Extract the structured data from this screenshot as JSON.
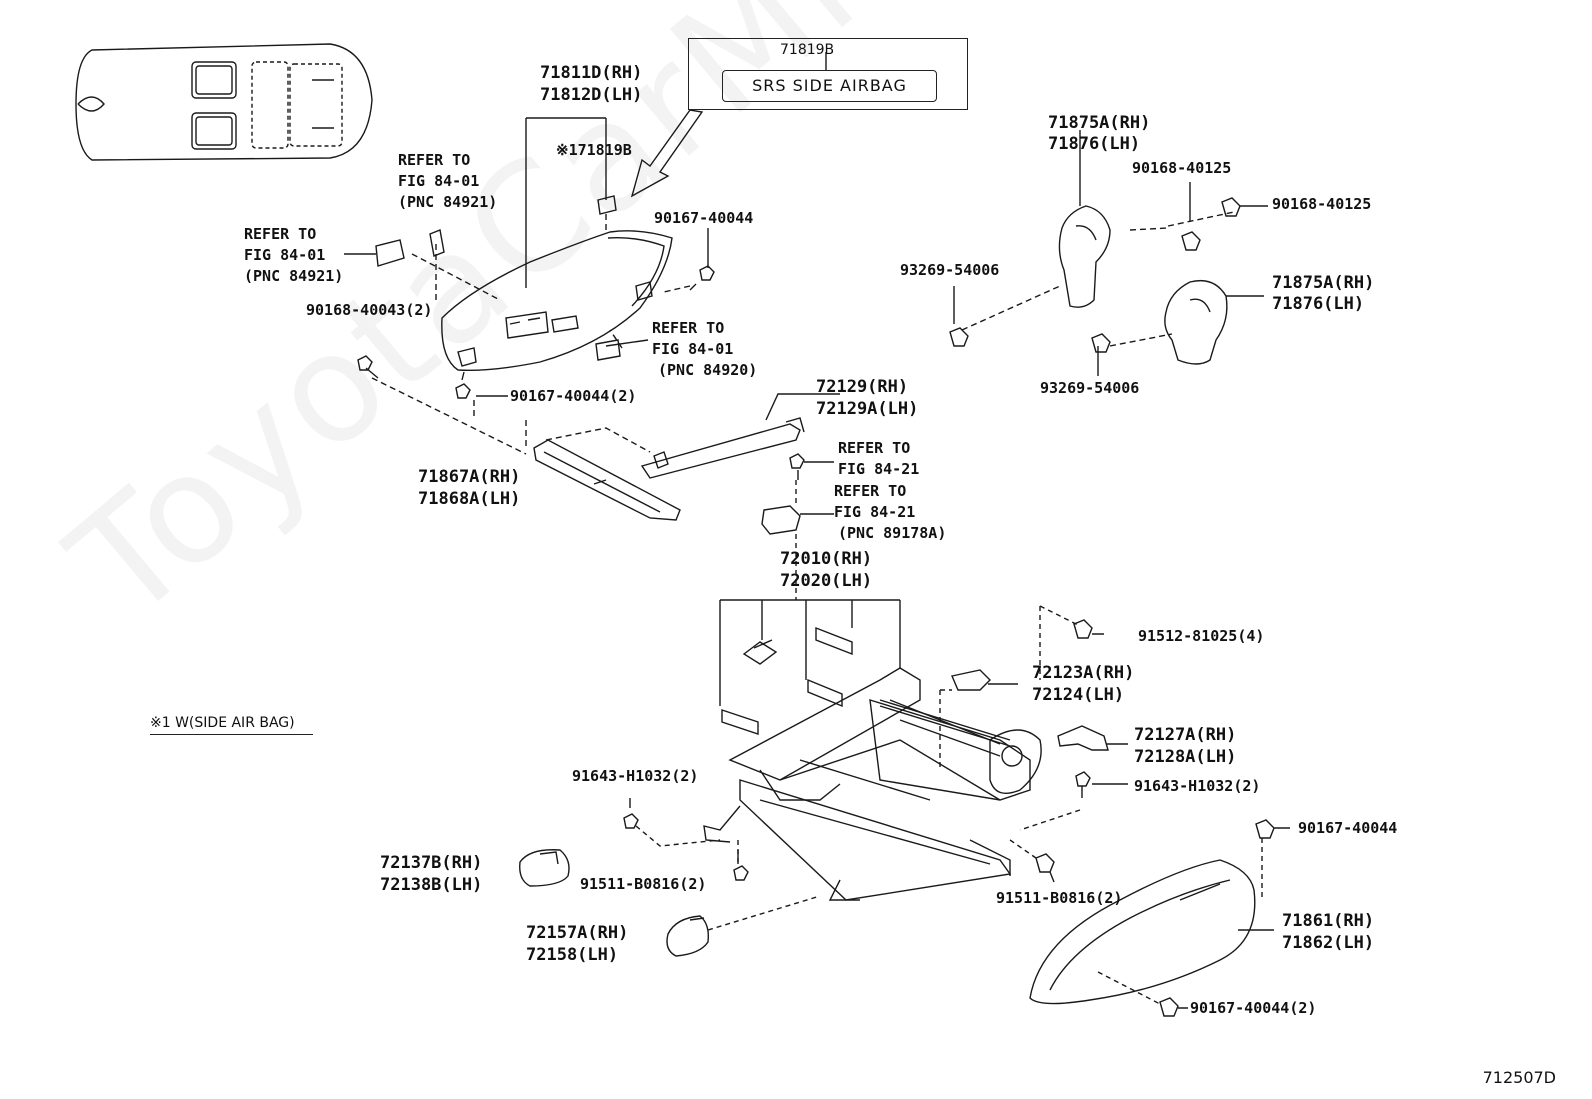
{
  "watermark": "ToyotaCarMine.ru",
  "figure_id": "712507D",
  "footnote": "※1 W(SIDE AIR BAG)",
  "label_box": {
    "code": "71819B",
    "text": "SRS SIDE AIRBAG"
  },
  "callouts": {
    "c71811D": "71811D(RH)",
    "c71812D": "71812D(LH)",
    "c171819B": "※171819B",
    "c90167_40044_top": "90167-40044",
    "refer1_l1": "REFER TO",
    "refer1_l2": "FIG 84-01",
    "refer1_l3": "(PNC 84921)",
    "refer2_l1": "REFER TO",
    "refer2_l2": "FIG 84-01",
    "refer2_l3": "(PNC 84921)",
    "refer3_l1": "REFER TO",
    "refer3_l2": "FIG 84-01",
    "refer3_l3": "(PNC 84920)",
    "c90168_40043": "90168-40043(2)",
    "c90167_40044_2": "90167-40044(2)",
    "c71875A_top": "71875A(RH)",
    "c71876_top": "71876(LH)",
    "c90168_40125_a": "90168-40125",
    "c90168_40125_b": "90168-40125",
    "c93269_a": "93269-54006",
    "c71875A_mid": "71875A(RH)",
    "c71876_mid": "71876(LH)",
    "c93269_b": "93269-54006",
    "c72129": "72129(RH)",
    "c72129A": "72129A(LH)",
    "c71867A": "71867A(RH)",
    "c71868A": "71868A(LH)",
    "refer4_l1": "REFER TO",
    "refer4_l2": "FIG 84-21",
    "refer5_l1": "REFER TO",
    "refer5_l2": "FIG 84-21",
    "refer5_l3": "(PNC 89178A)",
    "c72010": "72010(RH)",
    "c72020": "72020(LH)",
    "c91512": "91512-81025(4)",
    "c72123A": "72123A(RH)",
    "c72124": "72124(LH)",
    "c72127A": "72127A(RH)",
    "c72128A": "72128A(LH)",
    "c91643_l": "91643-H1032(2)",
    "c91643_r": "91643-H1032(2)",
    "c90167_40044_r": "90167-40044",
    "c72137B": "72137B(RH)",
    "c72138B": "72138B(LH)",
    "c91511_l": "91511-B0816(2)",
    "c91511_r": "91511-B0816(2)",
    "c72157A": "72157A(RH)",
    "c72158": "72158(LH)",
    "c71861": "71861(RH)",
    "c71862": "71862(LH)",
    "c90167_40044_br": "90167-40044(2)"
  }
}
